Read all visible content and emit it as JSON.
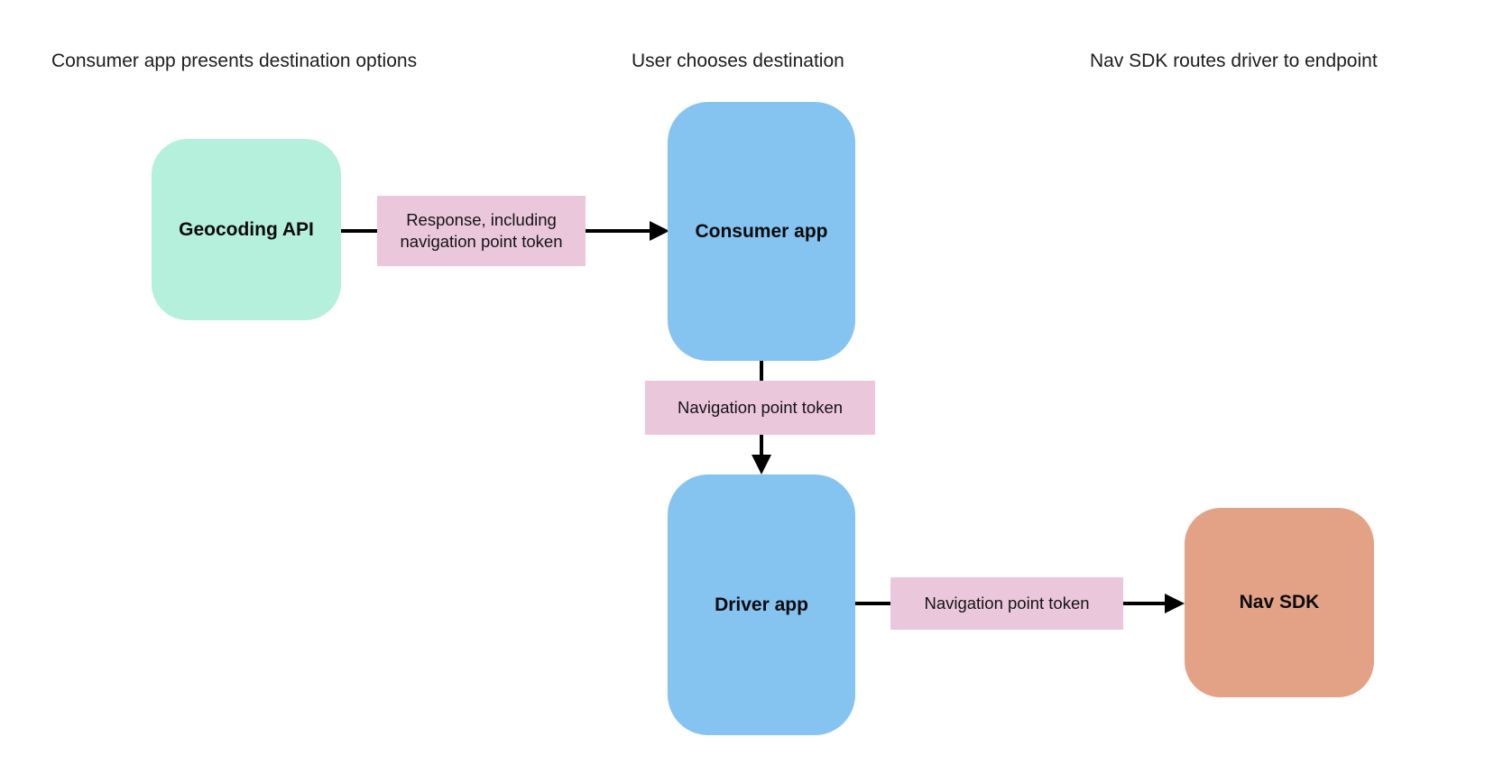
{
  "diagram": {
    "stage_headings": [
      {
        "label": "Consumer app presents destination options"
      },
      {
        "label": "User chooses destination"
      },
      {
        "label": "Nav SDK routes driver to endpoint"
      }
    ],
    "nodes": {
      "geocoding_api": {
        "label": "Geocoding API",
        "fill": "#b5f0dc"
      },
      "consumer_app": {
        "label": "Consumer app",
        "fill": "#85c3f1"
      },
      "driver_app": {
        "label": "Driver app",
        "fill": "#85c3f1"
      },
      "nav_sdk": {
        "label": "Nav SDK",
        "fill": "#e3a285"
      }
    },
    "edges": {
      "geocoding_to_consumer": {
        "label": "Response, including navigation point token"
      },
      "consumer_to_driver": {
        "label": "Navigation point token"
      },
      "driver_to_nav_sdk": {
        "label": "Navigation point token"
      }
    },
    "colors": {
      "edge_label_background": "#ebc7dc",
      "arrow": "#000000",
      "background": "#ffffff",
      "heading_text": "#1d1d1f",
      "node_text": "#0b0b0c"
    }
  }
}
